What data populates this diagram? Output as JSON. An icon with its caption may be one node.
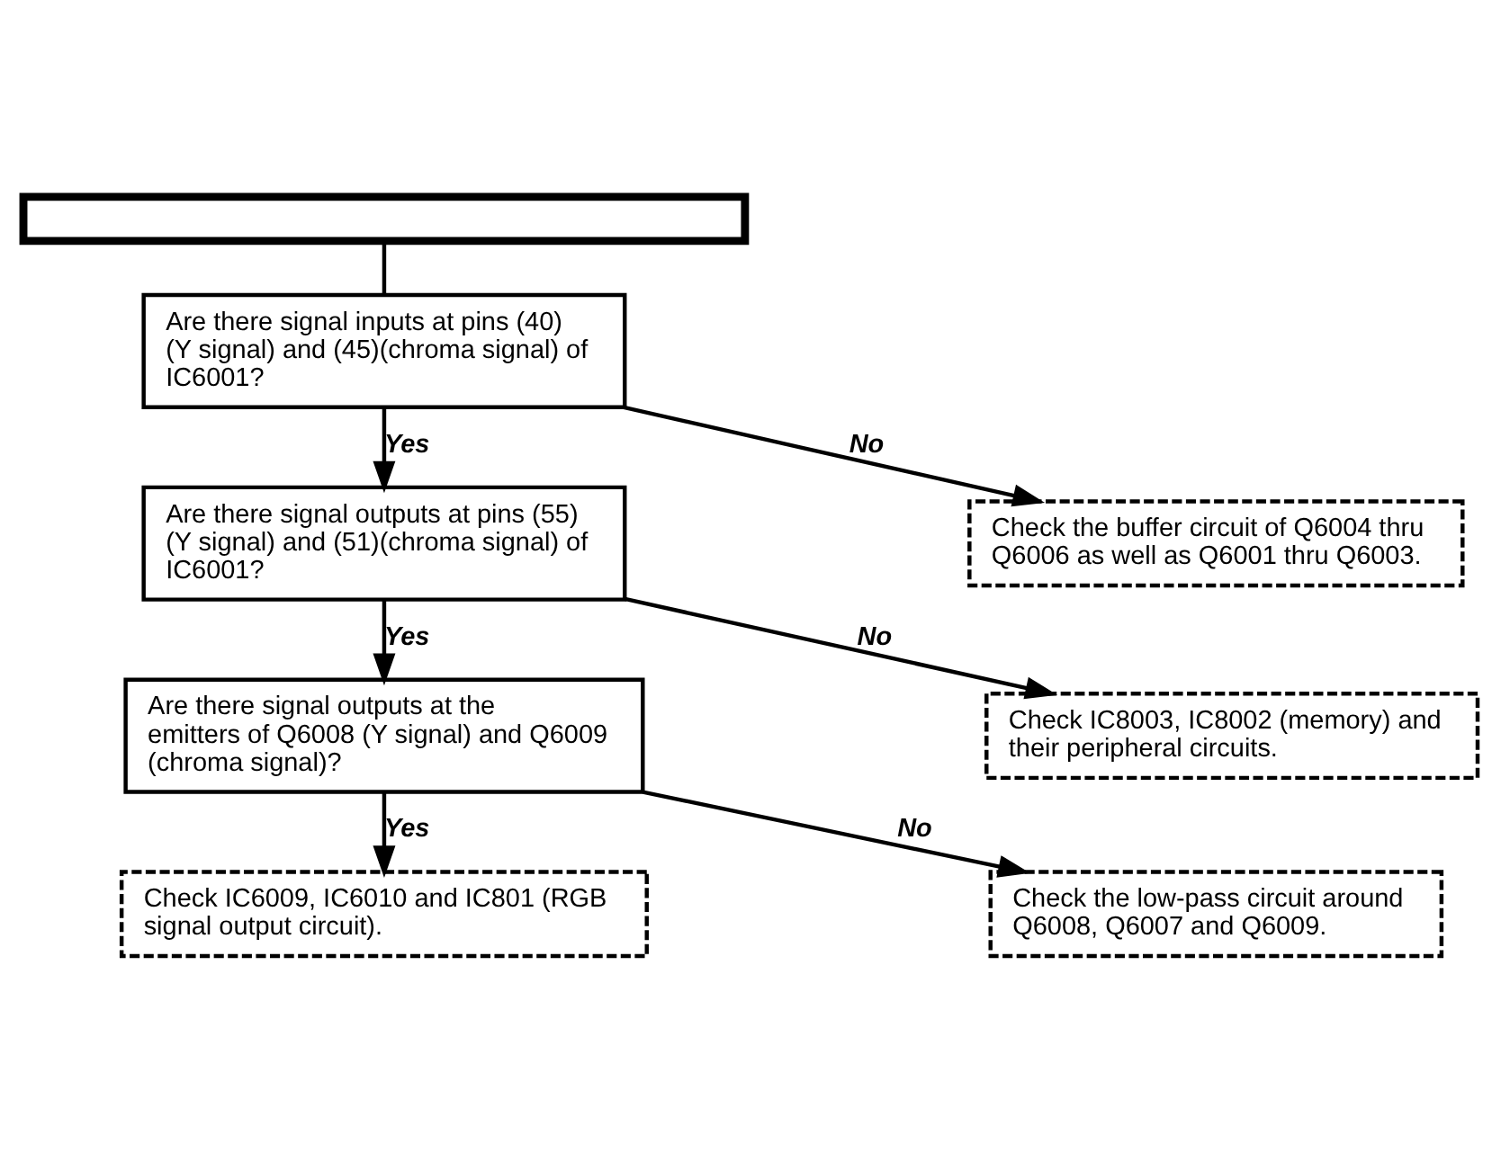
{
  "diagram": {
    "nodes": [
      {
        "text": [],
        "shape": "box"
      },
      {
        "text": [
          "Are there signal inputs at pins (40) (Y signal) and (45)(chroma signal) of IC6001?"
        ]
      },
      {
        "text": [
          "Check the buffer circuit of Q6004 thru Q6006 as well as Q6001 thru Q6003."
        ]
      },
      {
        "text": [
          "Are there signal outputs at pins (55) (Y signal) and (51)(chroma signal) of IC6001?"
        ]
      },
      {
        "text": [
          "Check IC8003, IC8002 (memory) and their peripheral circuits."
        ]
      },
      {
        "text": [
          "Are there signal outputs at the emitters of Q6008 (Y signal) and Q6009 (chroma signal)?"
        ]
      },
      {
        "text": [
          "Check the low-pass circuit around Q6008, Q6007 and Q6009."
        ]
      },
      {
        "text": [
          "Check IC6009, IC6010 and IC801 (RGB signal output circuit)."
        ]
      }
    ],
    "edges": [
      {
        "from": 0,
        "to": 1,
        "arrow": "none"
      },
      {
        "from": 1,
        "to": 2,
        "arrow": "to",
        "label": "No"
      },
      {
        "from": 1,
        "to": 3,
        "arrow": "to",
        "label": "Yes"
      },
      {
        "from": 3,
        "to": 4,
        "arrow": "to",
        "label": "No"
      },
      {
        "from": 3,
        "to": 5,
        "arrow": "to",
        "label": "Yes"
      },
      {
        "from": 5,
        "to": 6,
        "arrow": "to",
        "label": "No"
      },
      {
        "from": 5,
        "to": 7,
        "arrow": "to",
        "label": "Yes"
      }
    ]
  }
}
